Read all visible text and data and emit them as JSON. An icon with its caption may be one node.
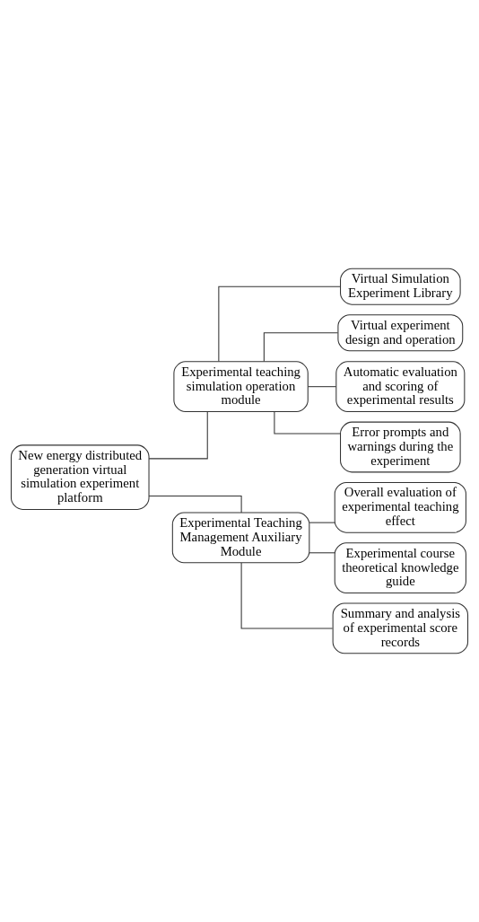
{
  "diagram": {
    "nodes": [
      {
        "text": [
          "New energy distributed generation virtual simulation experiment platform"
        ]
      },
      {
        "text": [
          "Experimental teaching simulation operation module"
        ]
      },
      {
        "text": [
          "Virtual Simulation Experiment Library"
        ]
      },
      {
        "text": [
          "Virtual experiment design and operation"
        ]
      },
      {
        "text": [
          "Automatic evaluation and scoring of experimental results"
        ]
      },
      {
        "text": [
          "Error prompts and warnings during the experiment"
        ]
      },
      {
        "text": [
          "Experimental Teaching Management Auxiliary Module"
        ]
      },
      {
        "text": [
          "Overall evaluation of experimental teaching effect"
        ]
      },
      {
        "text": [
          "Experimental course theoretical knowledge guide"
        ]
      },
      {
        "text": [
          "Summary and analysis of experimental score records"
        ]
      }
    ],
    "edges": [
      {
        "from": 0,
        "to": 1,
        "arrow": "none"
      },
      {
        "from": 1,
        "to": 2,
        "arrow": "none"
      },
      {
        "from": 1,
        "to": 3,
        "arrow": "none"
      },
      {
        "from": 1,
        "to": 4,
        "arrow": "none"
      },
      {
        "from": 1,
        "to": 5,
        "arrow": "none"
      },
      {
        "from": 0,
        "to": 6,
        "arrow": "none"
      },
      {
        "from": 6,
        "to": 7,
        "arrow": "none"
      },
      {
        "from": 6,
        "to": 8,
        "arrow": "none"
      },
      {
        "from": 6,
        "to": 9,
        "arrow": "none"
      }
    ]
  }
}
